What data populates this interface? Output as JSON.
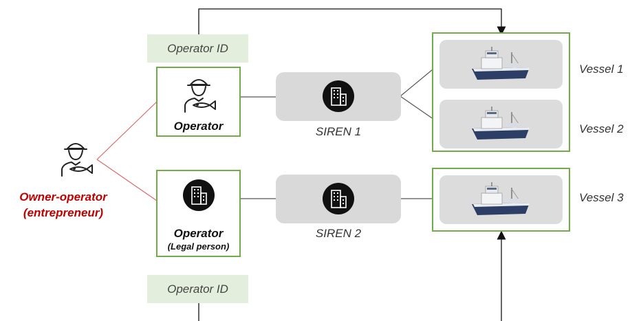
{
  "top_operator_id": "Operator ID",
  "bottom_operator_id": "Operator ID",
  "operator_person": {
    "title": "Operator"
  },
  "operator_legal": {
    "title": "Operator",
    "subtitle": "(Legal person)"
  },
  "owner": {
    "line1": "Owner-operator",
    "line2": "(entrepreneur)"
  },
  "sirens": [
    "SIREN 1",
    "SIREN 2"
  ],
  "vessels": [
    "Vessel 1",
    "Vessel 2",
    "Vessel 3"
  ],
  "colors": {
    "green": "#70ad47",
    "red_text": "#c00000",
    "red_line": "#e06666",
    "green_fill": "#e3efdc",
    "grey_fill": "#d9d9d9"
  },
  "icons": [
    "fisher-icon",
    "building-icon",
    "ship-icon",
    "arrow-down-icon",
    "arrow-up-icon"
  ]
}
